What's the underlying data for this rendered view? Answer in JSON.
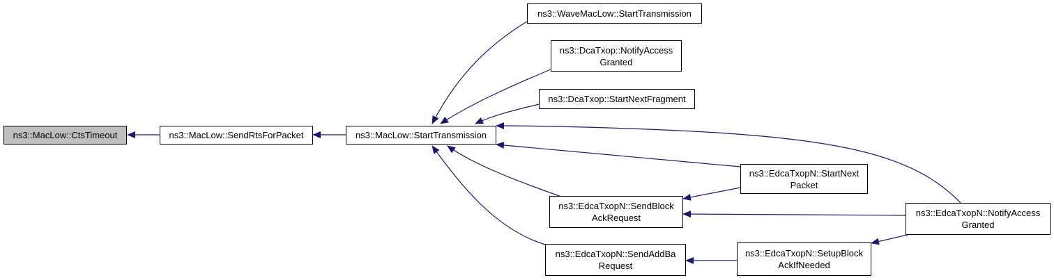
{
  "colors": {
    "edge": "#191970",
    "border": "#000000",
    "current_fill": "#bfbfbf",
    "node_fill": "#ffffff"
  },
  "nodes": {
    "cts_timeout": {
      "lines": [
        "ns3::MacLow::CtsTimeout"
      ]
    },
    "send_rts_for_packet": {
      "lines": [
        "ns3::MacLow::SendRtsForPacket"
      ]
    },
    "maclow_start_transmission": {
      "lines": [
        "ns3::MacLow::StartTransmission"
      ]
    },
    "wavemaclow_start_transmission": {
      "lines": [
        "ns3::WaveMacLow::StartTransmission"
      ]
    },
    "dcatxop_notify_access_granted": {
      "lines": [
        "ns3::DcaTxop::NotifyAccess",
        "Granted"
      ]
    },
    "dcatxop_start_next_fragment": {
      "lines": [
        "ns3::DcaTxop::StartNextFragment"
      ]
    },
    "edca_send_block_ack_request": {
      "lines": [
        "ns3::EdcaTxopN::SendBlock",
        "AckRequest"
      ]
    },
    "edca_send_add_ba_request": {
      "lines": [
        "ns3::EdcaTxopN::SendAddBa",
        "Request"
      ]
    },
    "edca_start_next_packet": {
      "lines": [
        "ns3::EdcaTxopN::StartNext",
        "Packet"
      ]
    },
    "edca_setup_block_ack_if_needed": {
      "lines": [
        "ns3::EdcaTxopN::SetupBlock",
        "AckIfNeeded"
      ]
    },
    "edca_notify_access_granted": {
      "lines": [
        "ns3::EdcaTxopN::NotifyAccess",
        "Granted"
      ]
    }
  }
}
